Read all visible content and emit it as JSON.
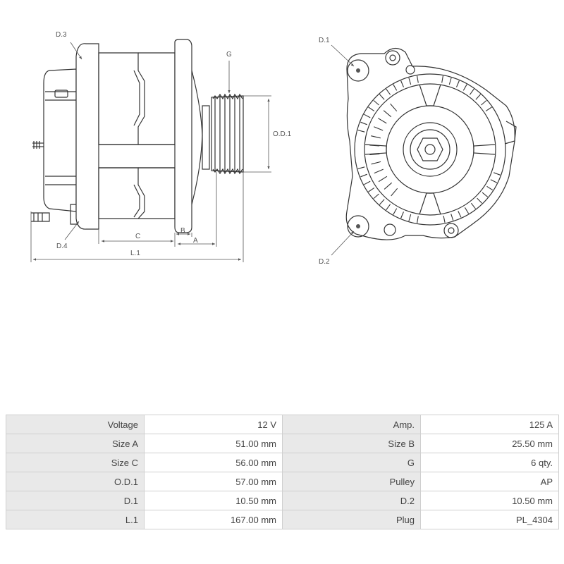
{
  "diagram": {
    "labels": {
      "d3": "D.3",
      "d4": "D.4",
      "g": "G",
      "od1": "O.D.1",
      "c": "C",
      "b": "B",
      "a": "A",
      "l1": "L.1",
      "d1": "D.1",
      "d2": "D.2"
    }
  },
  "specs": [
    {
      "left_label": "Voltage",
      "left_value": "12 V",
      "right_label": "Amp.",
      "right_value": "125 A"
    },
    {
      "left_label": "Size A",
      "left_value": "51.00 mm",
      "right_label": "Size B",
      "right_value": "25.50 mm"
    },
    {
      "left_label": "Size C",
      "left_value": "56.00 mm",
      "right_label": "G",
      "right_value": "6 qty."
    },
    {
      "left_label": "O.D.1",
      "left_value": "57.00 mm",
      "right_label": "Pulley",
      "right_value": "AP"
    },
    {
      "left_label": "D.1",
      "left_value": "10.50 mm",
      "right_label": "D.2",
      "right_value": "10.50 mm"
    },
    {
      "left_label": "L.1",
      "left_value": "167.00 mm",
      "right_label": "Plug",
      "right_value": "PL_4304"
    }
  ]
}
